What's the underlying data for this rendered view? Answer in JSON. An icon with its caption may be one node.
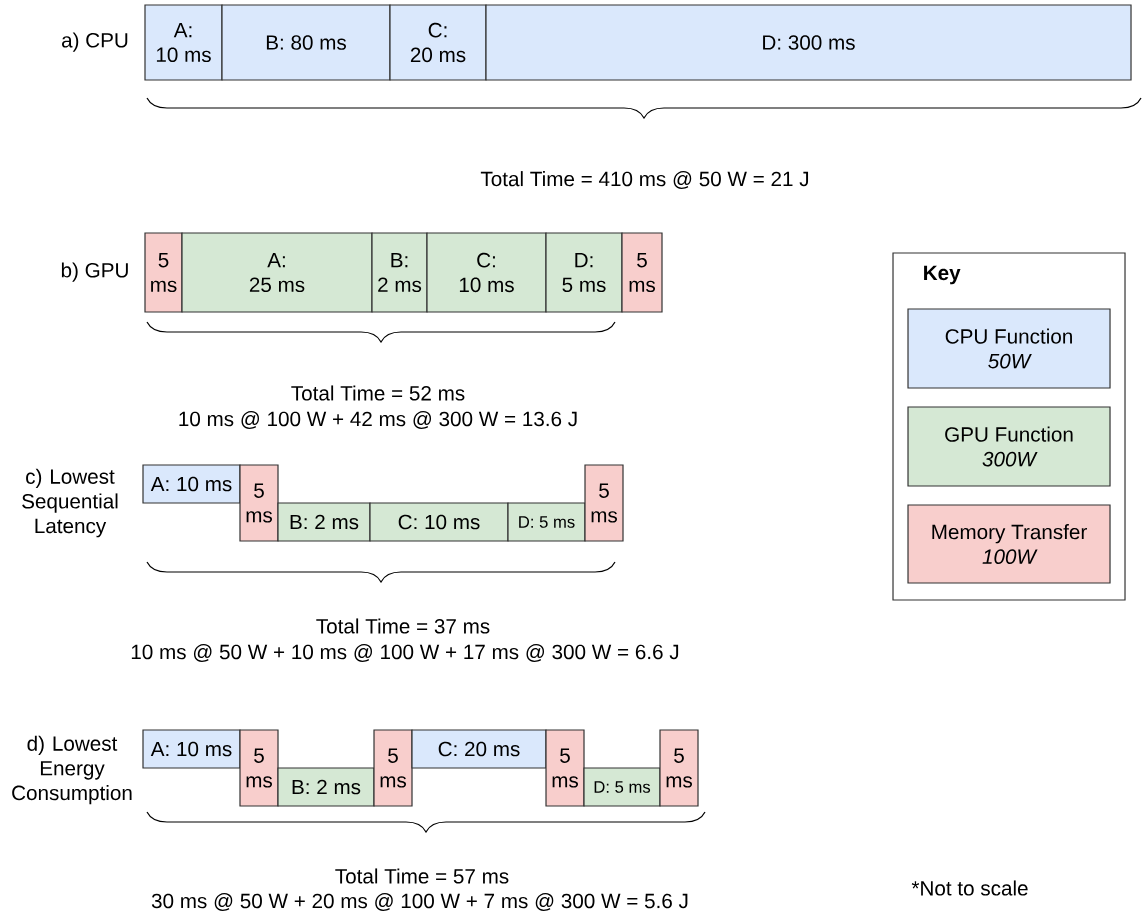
{
  "diagram": {
    "nodes": [
      {
        "text": [
          "A: 10 ms"
        ]
      },
      {
        "text": [
          "B: 80 ms"
        ]
      },
      {
        "text": [
          "C: 20 ms"
        ]
      },
      {
        "text": [
          "D: 300 ms"
        ]
      },
      {
        "text": [
          "5 ms"
        ]
      },
      {
        "text": [
          "A: 25 ms"
        ]
      },
      {
        "text": [
          "B: 2 ms"
        ]
      },
      {
        "text": [
          "C: 10 ms"
        ]
      },
      {
        "text": [
          "D: 5 ms"
        ]
      },
      {
        "text": [
          "5 ms"
        ]
      },
      {
        "text": [
          "A: 10 ms"
        ]
      },
      {
        "text": [
          "5 ms"
        ]
      },
      {
        "text": [
          "B: 2 ms"
        ]
      },
      {
        "text": [
          "C: 10 ms"
        ]
      },
      {
        "text": [
          "D: 5 ms"
        ]
      },
      {
        "text": [
          "5 ms"
        ]
      },
      {
        "text": [
          "A: 10 ms"
        ]
      },
      {
        "text": [
          "5 ms"
        ]
      },
      {
        "text": [
          "B: 2 ms"
        ]
      },
      {
        "text": [
          "5 ms"
        ]
      },
      {
        "text": [
          "C: 20 ms"
        ]
      },
      {
        "text": [
          "5 ms"
        ]
      },
      {
        "text": [
          "D: 5 ms"
        ]
      },
      {
        "text": [
          "5 ms"
        ]
      },
      {
        "text": [
          "Key"
        ]
      },
      {
        "text": [
          "CPU Function",
          "50W"
        ],
        "in": 24
      },
      {
        "text": [
          "GPU Function",
          "300W"
        ],
        "in": 24
      },
      {
        "text": [
          "Memory Transfer",
          "100W"
        ],
        "in": 24
      }
    ],
    "labels": [
      "a) CPU",
      "Total Time = 410 ms @ 50 W = 21 J",
      "b) GPU",
      "Total Time = 52 ms",
      "10 ms @ 100 W + 42 ms @ 300 W = 13.6 J",
      "c) Lowest Sequential Latency",
      "Total Time = 37 ms",
      "10 ms @ 50 W + 10 ms @ 100 W + 17 ms @ 300 W = 6.6 J",
      "d) Lowest Energy Consumption",
      "Total Time = 57 ms",
      "30 ms @ 50 W + 20 ms @ 100 W + 7 ms @ 300 W = 5.6 J",
      "*Not to scale"
    ]
  }
}
